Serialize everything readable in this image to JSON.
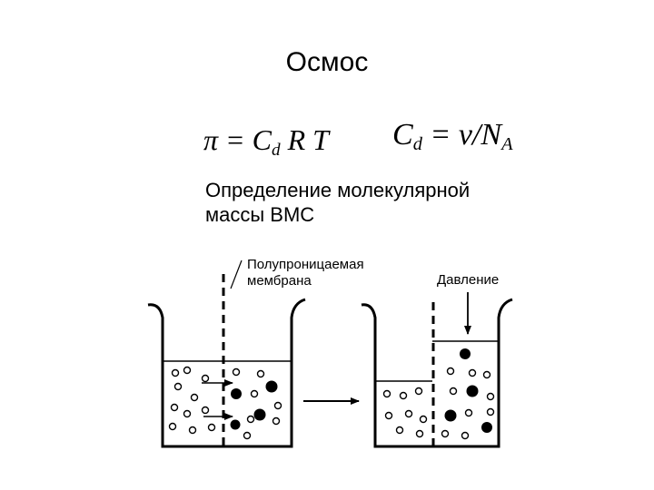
{
  "title": "Осмос",
  "formula_left": {
    "pi": "π",
    "eq": " = ",
    "c": "C",
    "sub": "d",
    "rest": " R T"
  },
  "formula_right": {
    "c": "C",
    "sub": "d",
    "eq": " = ",
    "nu": "ν/N",
    "sub2": "A"
  },
  "description": [
    "Определение молекулярной",
    "массы ВМС"
  ],
  "labels": {
    "membrane": [
      "Полупроницаемая",
      "мембрана"
    ],
    "pressure": "Давление"
  }
}
